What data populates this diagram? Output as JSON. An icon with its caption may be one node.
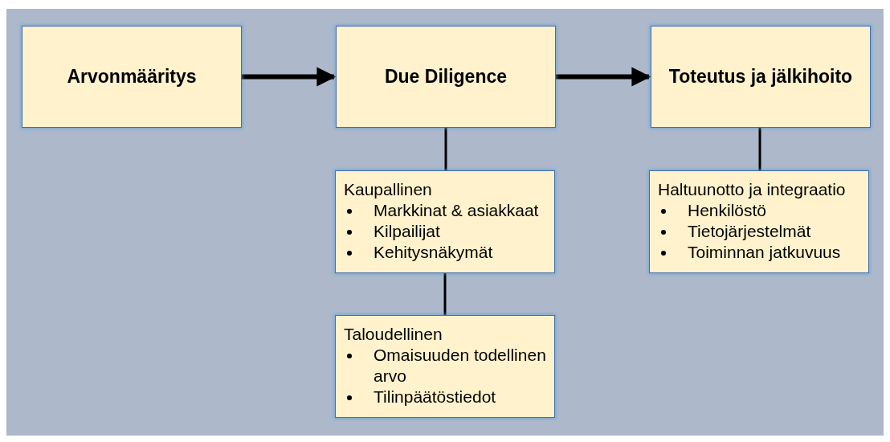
{
  "diagram": {
    "nodes": [
      {
        "text": [
          "Arvonmääritys"
        ]
      },
      {
        "text": [
          "Due Diligence"
        ]
      },
      {
        "text": [
          "Toteutus ja jälkihoito"
        ]
      },
      {
        "text": [
          "Kaupallinen",
          "Markkinat & asiakkaat",
          "Kilpailijat",
          "Kehitysnäkymät"
        ]
      },
      {
        "text": [
          "Taloudellinen",
          "Omaisuuden todellinen arvo",
          "Tilinpäätöstiedot"
        ]
      },
      {
        "text": [
          "Haltuunotto ja integraatio",
          "Henkilöstö",
          "Tietojärjestelmät",
          "Toiminnan jatkuvuus"
        ]
      }
    ],
    "edges": [
      {
        "from": 0,
        "to": 1,
        "arrow": "to",
        "style": "thick"
      },
      {
        "from": 1,
        "to": 2,
        "arrow": "to",
        "style": "thick"
      },
      {
        "from": 1,
        "to": 3,
        "arrow": "none"
      },
      {
        "from": 3,
        "to": 4,
        "arrow": "none"
      },
      {
        "from": 2,
        "to": 5,
        "arrow": "none"
      }
    ]
  }
}
